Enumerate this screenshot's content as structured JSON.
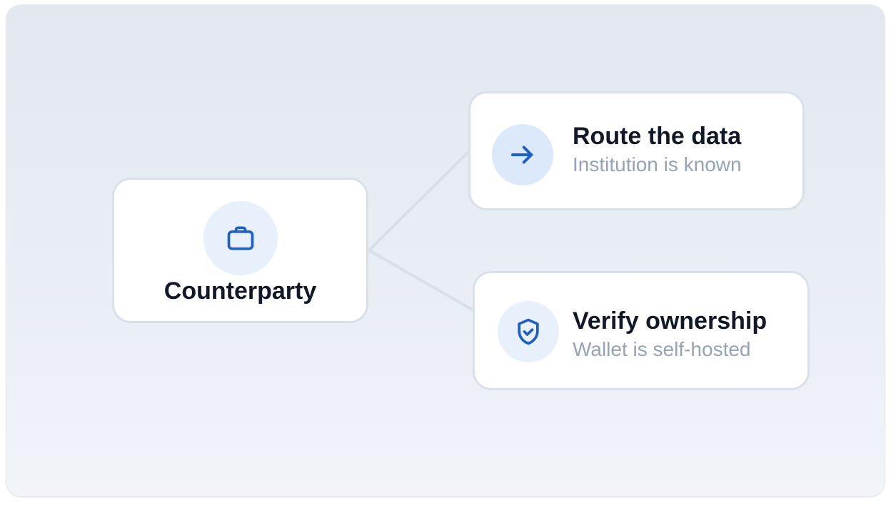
{
  "source": {
    "label": "Counterparty",
    "icon": "briefcase-icon"
  },
  "branches": [
    {
      "title": "Route the data",
      "subtitle": "Institution is known",
      "icon": "arrow-right-icon"
    },
    {
      "title": "Verify ownership",
      "subtitle": "Wallet is self-hosted",
      "icon": "shield-check-icon"
    }
  ],
  "colors": {
    "accent": "#1d5fc8",
    "title_text": "#111827",
    "subtitle_text": "#94a3b8",
    "card_border": "#d9e0ea",
    "connector": "#d7dfe9"
  }
}
